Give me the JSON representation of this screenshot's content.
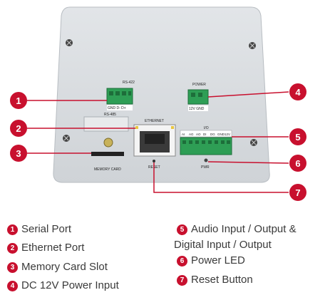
{
  "callouts": [
    {
      "num": "1",
      "label": "Serial Port"
    },
    {
      "num": "2",
      "label": "Ethernet Port"
    },
    {
      "num": "3",
      "label": "Memory Card Slot"
    },
    {
      "num": "4",
      "label": "DC 12V Power Input"
    },
    {
      "num": "5",
      "label": "Audio Input / Output &",
      "label2": "Digital Input / Output"
    },
    {
      "num": "6",
      "label": "Power LED"
    },
    {
      "num": "7",
      "label": "Reset Button"
    }
  ],
  "panel": {
    "serial_top": "RS-422",
    "serial_bottom": "GND  D-  D+",
    "serial_port_name": "RS-485",
    "power_title": "POWER",
    "power_pins": "12V GND",
    "ethernet": "ETHERNET",
    "io_title": "I/O",
    "io_pins": [
      "AI",
      "AG",
      "AO",
      "DI",
      "DG",
      "GND",
      "12V"
    ],
    "memory": "MEMORY CARD",
    "reset": "RESET",
    "pwr": "PWR"
  },
  "colors": {
    "accent": "#c8102e",
    "panel": "#d9dde0",
    "terminal": "#2e9e55"
  }
}
